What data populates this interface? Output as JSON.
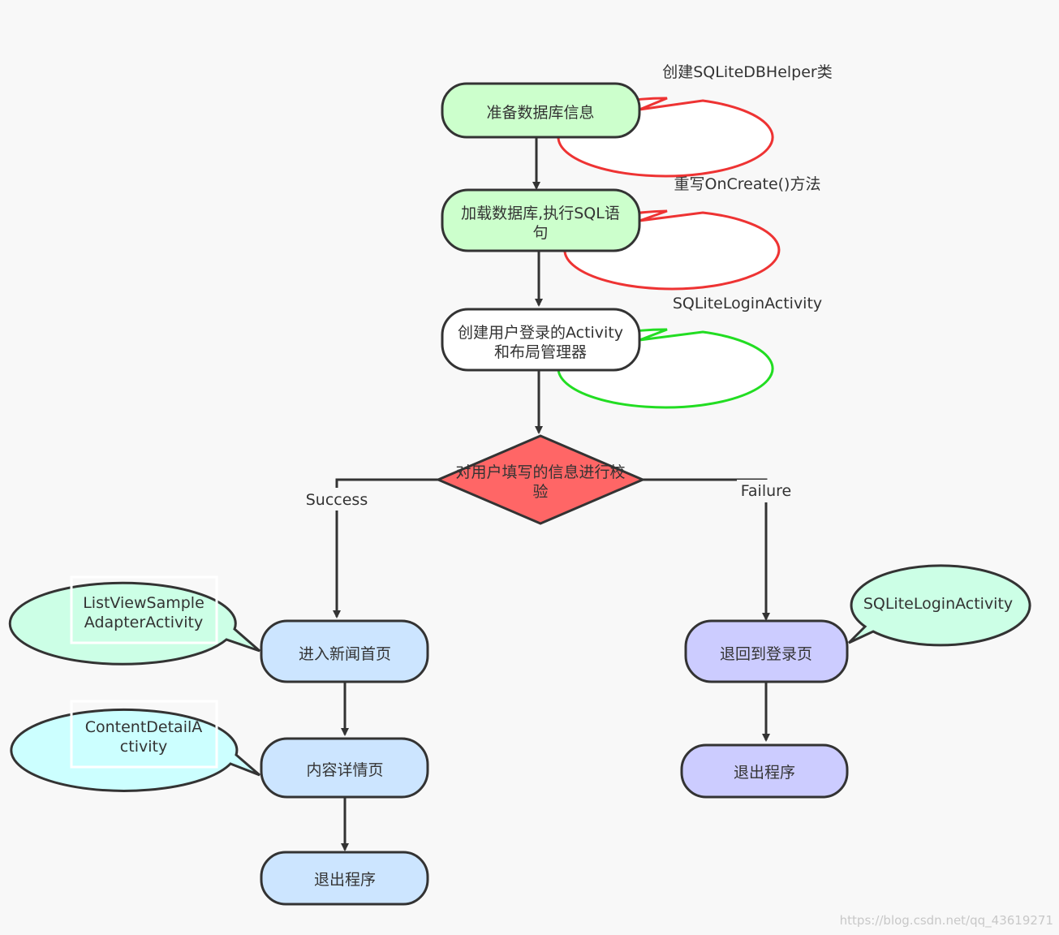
{
  "nodes": {
    "prepare_db": {
      "lines": [
        "准备数据库信息"
      ],
      "fill": "#ccffcc"
    },
    "load_db": {
      "lines": [
        "加载数据库,执行SQL语",
        "句"
      ],
      "fill": "#ccffcc"
    },
    "create_activity": {
      "lines": [
        "创建用户登录的Activity",
        "和布局管理器"
      ],
      "fill": "#ffffff"
    },
    "validate": {
      "lines": [
        "对用户填写的信息进行校",
        "验"
      ],
      "fill": "#ff6666"
    },
    "news_home": {
      "lines": [
        "进入新闻首页"
      ],
      "fill": "#cce5ff"
    },
    "content_detail": {
      "lines": [
        "内容详情页"
      ],
      "fill": "#cce5ff"
    },
    "exit_left": {
      "lines": [
        "退出程序"
      ],
      "fill": "#cce5ff"
    },
    "back_login": {
      "lines": [
        "退回到登录页"
      ],
      "fill": "#ccccff"
    },
    "exit_right": {
      "lines": [
        "退出程序"
      ],
      "fill": "#ccccff"
    }
  },
  "callouts": {
    "sqlite_helper": {
      "lines": [
        "创建SQLiteDBHelper类"
      ],
      "stroke": "#ee3333",
      "fill": "#ffffff"
    },
    "oncreate": {
      "lines": [
        "重写OnCreate()方法"
      ],
      "stroke": "#ee3333",
      "fill": "#ffffff"
    },
    "login_activity_top": {
      "lines": [
        "SQLiteLoginActivity"
      ],
      "stroke": "#22dd22",
      "fill": "#ffffff"
    },
    "listview_adapter": {
      "lines": [
        "ListViewSample",
        "AdapterActivity"
      ],
      "stroke": "#333333",
      "fill": "#ccffe6"
    },
    "content_detail_activity": {
      "lines": [
        "ContentDetailA",
        "ctivity"
      ],
      "stroke": "#333333",
      "fill": "#ccffff"
    },
    "login_activity_right": {
      "lines": [
        "SQLiteLoginActivity"
      ],
      "stroke": "#333333",
      "fill": "#ccffe6"
    }
  },
  "edge_labels": {
    "success": "Success",
    "failure": "Failure"
  },
  "watermark": "https://blog.csdn.net/qq_43619271"
}
